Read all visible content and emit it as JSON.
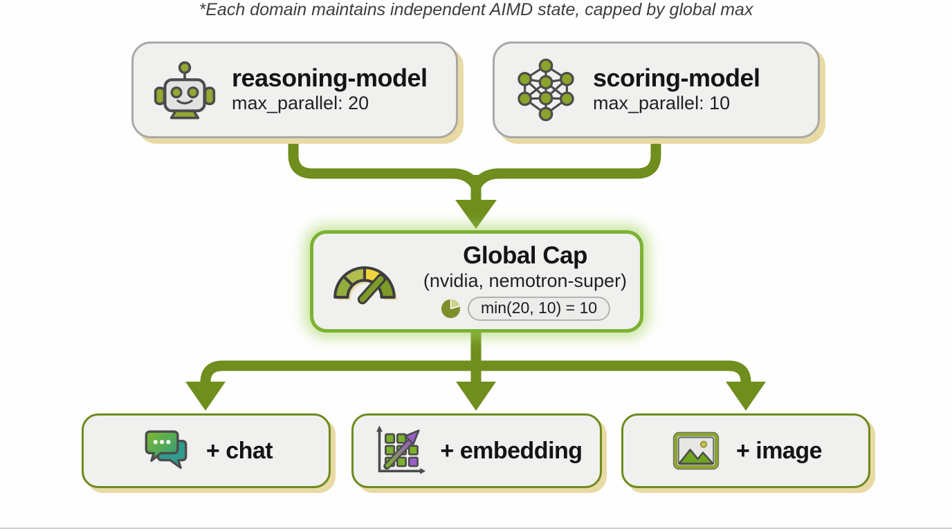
{
  "diagram": {
    "models": [
      {
        "title": "reasoning-model",
        "subtitle": "max_parallel: 20",
        "icon": "robot-icon"
      },
      {
        "title": "scoring-model",
        "subtitle": "max_parallel: 10",
        "icon": "neural-network-icon"
      }
    ],
    "global_cap": {
      "title": "Global Cap",
      "subtitle": "(nvidia, nemotron-super)",
      "formula": "min(20, 10) = 10",
      "icon": "gauge-icon",
      "badge_icon": "pie-chart-icon"
    },
    "domains": [
      {
        "label": "+ chat",
        "icon": "chat-bubbles-icon"
      },
      {
        "label": "+ embedding",
        "icon": "embedding-scatter-icon"
      },
      {
        "label": "+ image",
        "icon": "image-icon"
      }
    ],
    "footnote": "*Each domain maintains independent AIMD state, capped by global max",
    "colors": {
      "arrow_green": "#6f8e1d",
      "cap_border_green": "#7cb232",
      "olive_border": "#6e8a1e",
      "gray_border": "#a8a8a6",
      "box_background": "#f0f0ee",
      "shadow_tan": "#e9daa5",
      "accent_purple": "#9a5fc6",
      "accent_teal": "#2f9c8c",
      "accent_yellow": "#f2d53d"
    }
  }
}
